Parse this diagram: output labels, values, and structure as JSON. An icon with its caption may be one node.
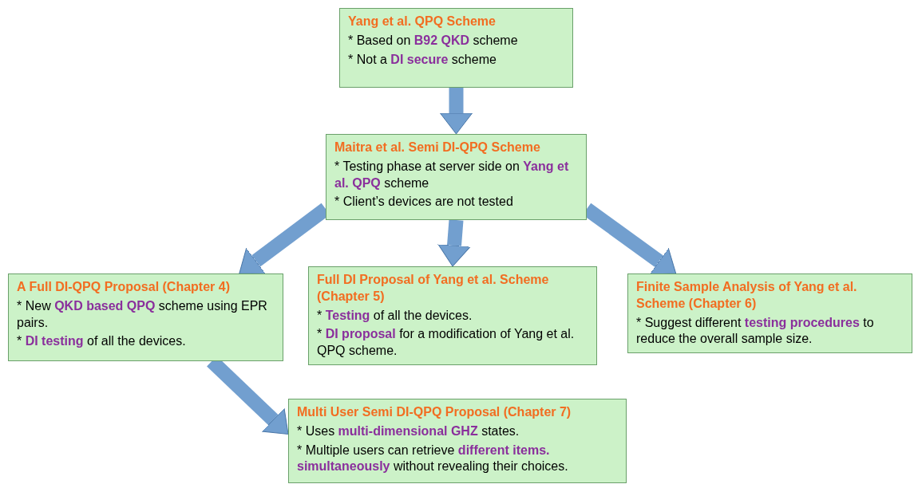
{
  "diagram": {
    "nodes": [
      {
        "text": [
          "Yang et al. QPQ Scheme",
          "* Based on **B92 QKD** scheme",
          "* Not a **DI secure** scheme"
        ]
      },
      {
        "text": [
          "Maitra et al. Semi DI-QPQ Scheme",
          "* Testing phase at server side on **Yang et al. QPQ** scheme",
          "* Client’s devices are not tested"
        ]
      },
      {
        "text": [
          "A Full DI-QPQ Proposal (Chapter 4)",
          "* New **QKD based QPQ** scheme using EPR pairs.",
          "* **DI testing** of all the devices."
        ]
      },
      {
        "text": [
          "Full DI Proposal of Yang et al. Scheme (Chapter 5)",
          "* **Testing** of all the devices.",
          "* **DI proposal** for a modification of Yang et al. QPQ scheme."
        ]
      },
      {
        "text": [
          "Finite Sample Analysis of Yang et al. Scheme (Chapter 6)",
          "* Suggest different **testing procedures** to reduce the overall sample size."
        ]
      },
      {
        "text": [
          "Multi User Semi DI-QPQ Proposal (Chapter 7)",
          "* Uses **multi-dimensional GHZ** states.",
          "* Multiple users can retrieve **different items. simultaneously** without revealing their choices."
        ]
      }
    ],
    "edges": [
      {
        "from": 0,
        "to": 1,
        "arrow": "to"
      },
      {
        "from": 1,
        "to": 2,
        "arrow": "to"
      },
      {
        "from": 1,
        "to": 3,
        "arrow": "to"
      },
      {
        "from": 1,
        "to": 4,
        "arrow": "to"
      },
      {
        "from": 2,
        "to": 5,
        "arrow": "to"
      }
    ]
  }
}
